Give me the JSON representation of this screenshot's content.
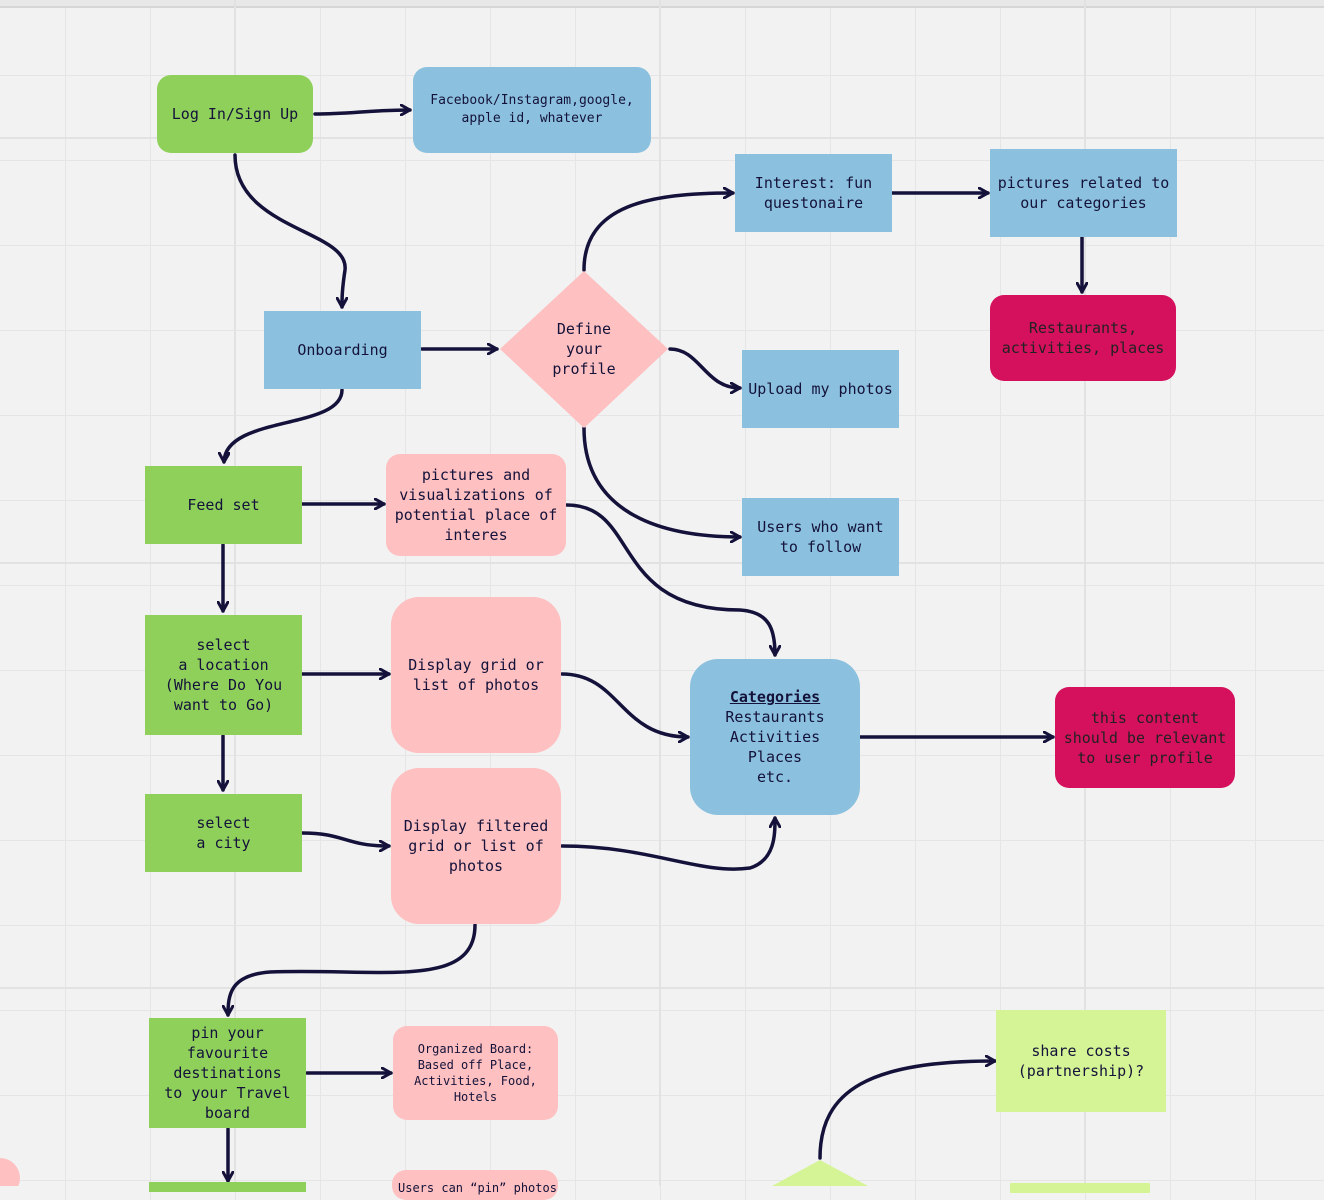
{
  "nodes": {
    "login": "Log In/Sign Up",
    "social": "Facebook/Instagram,google,\napple id, whatever",
    "onboarding": "Onboarding",
    "define_profile": "Define\nyour\nprofile",
    "interest": "Interest: fun\nquestonaire",
    "pictures_categories": "pictures related to\nour categories",
    "restaurants": "Restaurants,\nactivities, places",
    "upload": "Upload my photos",
    "users_follow": "Users who want\nto follow",
    "feed_set": "Feed set",
    "pictures_viz": "pictures and\nvisualizations of\npotential place of\ninteres",
    "select_location": "select\na location\n(Where Do You\nwant to Go)",
    "display_grid": "Display grid or\nlist of photos",
    "categories_title": "Categories",
    "categories_body": "Restaurants\nActivities\nPlaces\netc.",
    "relevant": "this content\nshould be relevant\nto user profile",
    "select_city": "select\na city",
    "display_filtered": "Display filtered\ngrid or list of\nphotos",
    "pin": "pin your\nfavourite\ndestinations\nto your Travel\nboard",
    "organized": "Organized Board:\nBased off Place,\nActivities, Food,\nHotels",
    "users_pin": "Users can “pin” photos",
    "share_costs": "share costs\n(partnership)?"
  },
  "colors": {
    "green": "#8fd05b",
    "blue": "#8bc1de",
    "pink": "#fec0c0",
    "magenta": "#d5115d",
    "lime": "#d5f495",
    "arrow": "#14123a"
  }
}
